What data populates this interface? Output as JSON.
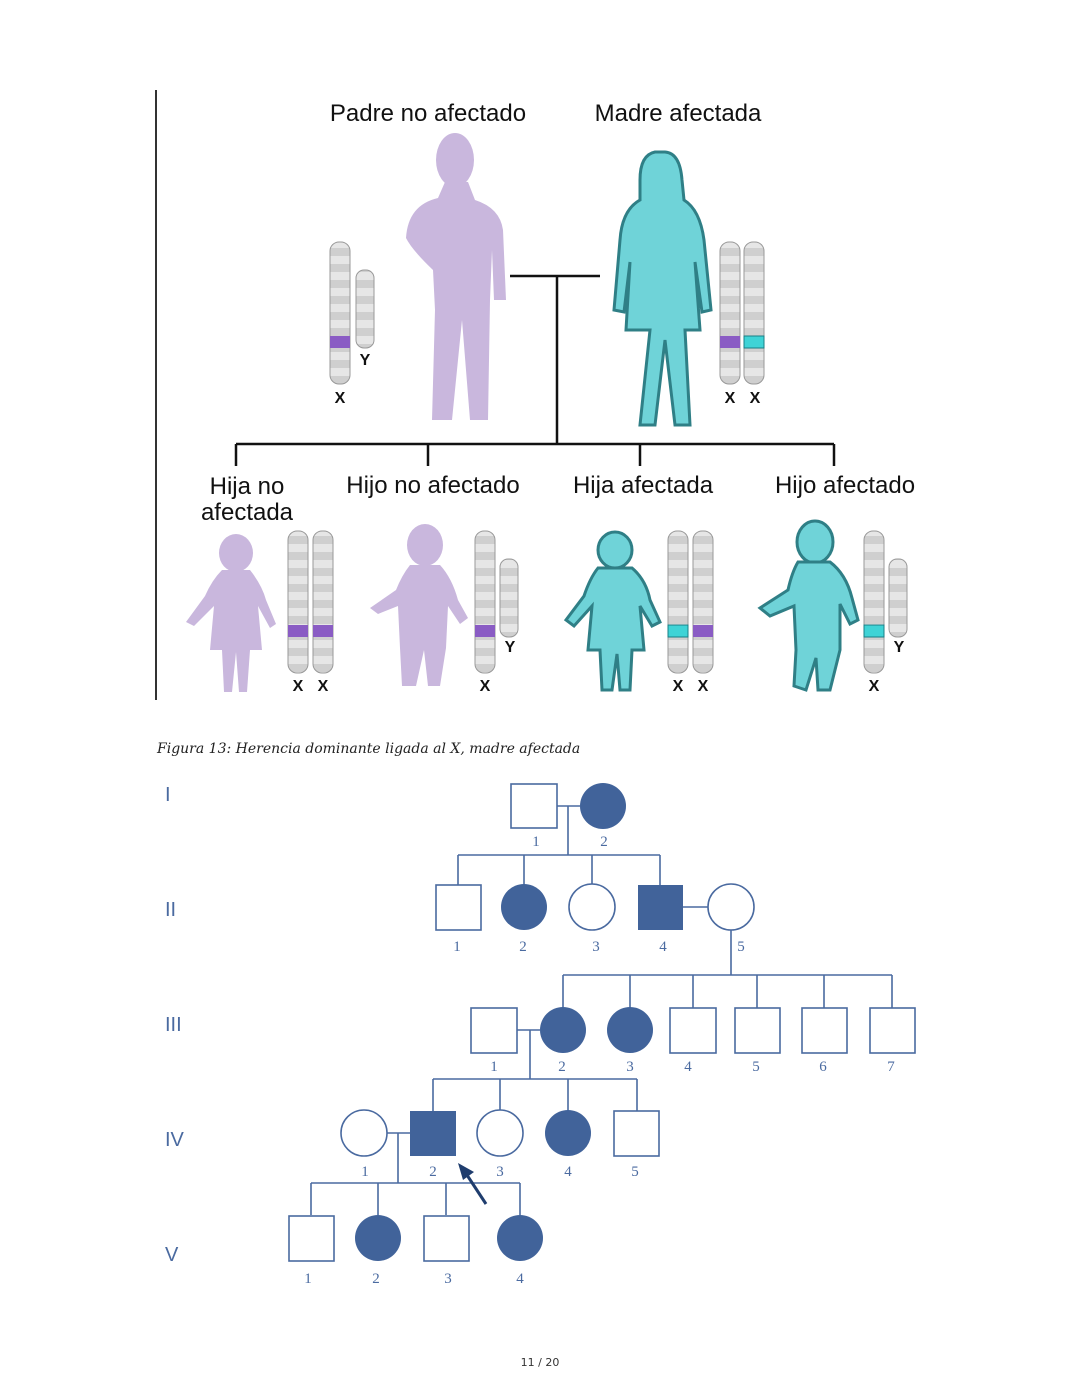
{
  "figure1": {
    "parents": {
      "father_label": "Padre no afectado",
      "mother_label": "Madre afectada"
    },
    "children": [
      {
        "label_line1": "Hija no",
        "label_line2": "afectada"
      },
      {
        "label_line1": "Hijo no afectado",
        "label_line2": ""
      },
      {
        "label_line1": "Hija afectada",
        "label_line2": ""
      },
      {
        "label_line1": "Hijo afectado",
        "label_line2": ""
      }
    ],
    "chromosome_labels": {
      "x": "X",
      "y": "Y"
    },
    "colors": {
      "unaffected": "#c9b7dd",
      "affected": "#6fd3d8",
      "affected_outline": "#2f7f86",
      "normal_band": "#8a5cc4",
      "mutant_band": "#3fd3d6"
    }
  },
  "caption": "Figura 13: Herencia dominante ligada al X, madre afectada",
  "pedigree": {
    "generations": [
      "I",
      "II",
      "III",
      "IV",
      "V"
    ],
    "gen_I": [
      "1",
      "2"
    ],
    "gen_II": [
      "1",
      "2",
      "3",
      "4",
      "5"
    ],
    "gen_III": [
      "1",
      "2",
      "3",
      "4",
      "5",
      "6",
      "7"
    ],
    "gen_IV": [
      "1",
      "2",
      "3",
      "4",
      "5"
    ],
    "gen_V": [
      "1",
      "2",
      "3",
      "4"
    ],
    "colors": {
      "affected": "#41639a",
      "line": "#4a6aa0"
    }
  },
  "page_number": "11 / 20"
}
